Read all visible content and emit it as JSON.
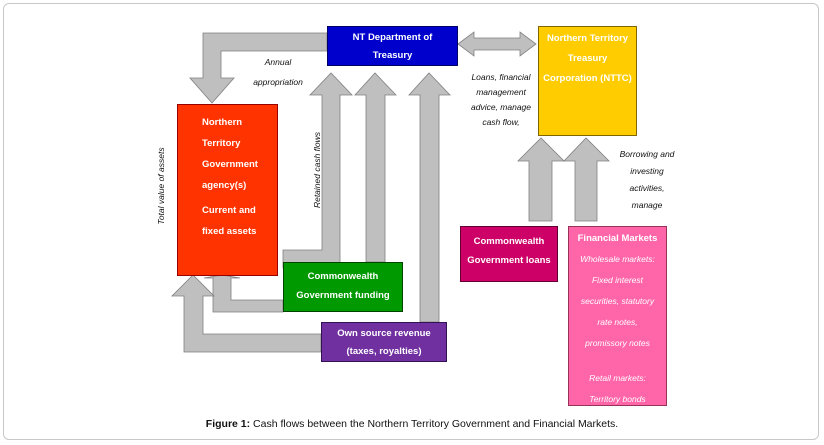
{
  "boxes": {
    "treasury": {
      "lines": [
        "NT Department of",
        "Treasury"
      ],
      "color": "#0000cc"
    },
    "ntgov": {
      "lines": [
        "Northern",
        "Territory",
        "Government",
        "agency(s)"
      ],
      "sub": [
        "Current and",
        "fixed assets"
      ],
      "color": "#ff3300"
    },
    "ntcorp": {
      "lines": [
        "Northern Territory",
        "Treasury",
        "Corporation (NTTC)"
      ],
      "color": "#ffcc00"
    },
    "cwfunding": {
      "lines": [
        "Commonwealth",
        "Government funding"
      ],
      "color": "#009900"
    },
    "ownsource": {
      "lines": [
        "Own source revenue",
        "(taxes, royalties)"
      ],
      "color": "#7030a0"
    },
    "cwloans": {
      "lines": [
        "Commonwealth",
        "Government loans"
      ],
      "color": "#cc0066"
    },
    "finmarkets": {
      "title": "Financial Markets",
      "lines": [
        "Wholesale markets:",
        "Fixed interest",
        "securities, statutory",
        "rate notes,",
        "promissory notes"
      ],
      "retail": [
        "Retail markets:",
        "Territory bonds"
      ],
      "color": "#ff66aa"
    }
  },
  "labels": {
    "annual": [
      "Annual",
      "appropriation"
    ],
    "retained": "Retained cash flows",
    "total_assets": "Total value of assets",
    "loans": [
      "Loans, financial",
      "management",
      "advice, manage",
      "cash flow,"
    ],
    "borrowing": [
      "Borrowing and",
      "investing",
      "activities,",
      "manage"
    ]
  },
  "caption": {
    "prefix": "Figure 1:",
    "text": " Cash flows between the Northern Territory Government and Financial Markets."
  }
}
